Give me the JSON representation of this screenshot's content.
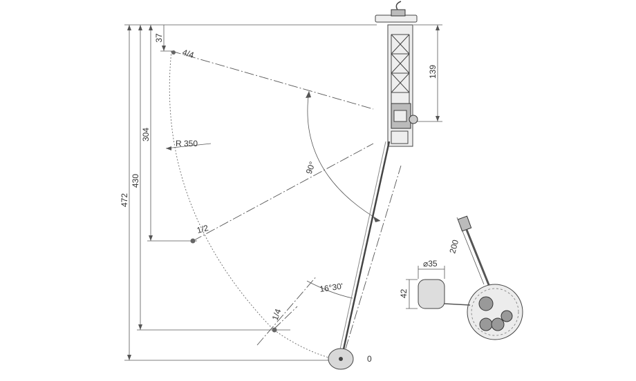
{
  "dimensions": {
    "d472": "472",
    "d430": "430",
    "d304": "304",
    "d37": "37",
    "d139": "139",
    "radius": "R 350",
    "angle_sweep": "90°",
    "angle_tilt": "16°30'",
    "d200": "200",
    "d42": "42",
    "diameter35": "⌀35"
  },
  "positions": {
    "full": "4/4",
    "half": "1/2",
    "quarter": "1/4",
    "empty": "0"
  }
}
